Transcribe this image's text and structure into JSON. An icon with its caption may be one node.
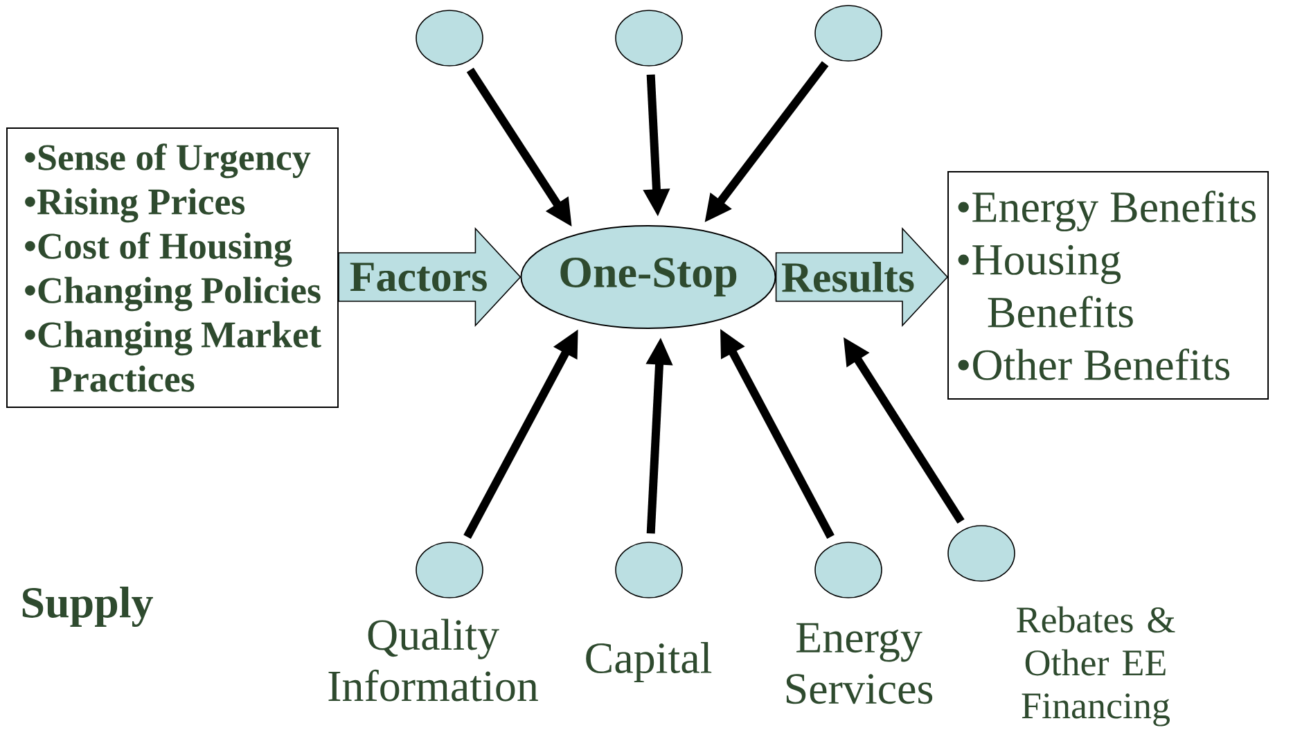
{
  "diagram": {
    "nodes": [
      {
        "text": [
          "•Sense of Urgency",
          "•Rising Prices",
          "•Cost of Housing",
          "•Changing Policies",
          "•Changing Market Practices"
        ]
      },
      {
        "text": [
          "One-Stop"
        ]
      },
      {
        "text": [
          "•Energy Benefits",
          "•Housing Benefits",
          "•Other Benefits"
        ]
      },
      {
        "text": [],
        "shape": "circle"
      },
      {
        "text": [],
        "shape": "circle"
      },
      {
        "text": [],
        "shape": "circle"
      },
      {
        "text": [],
        "shape": "circle",
        "beside": [
          "Quality Information"
        ]
      },
      {
        "text": [],
        "shape": "circle",
        "beside": [
          "Capital"
        ]
      },
      {
        "text": [],
        "shape": "circle",
        "beside": [
          "Energy Services"
        ]
      },
      {
        "text": [],
        "shape": "circle",
        "beside": [
          "Rebates & Other EE Financing"
        ]
      }
    ],
    "edges": [
      {
        "from": 0,
        "to": 1,
        "arrow": "to",
        "label": "Factors"
      },
      {
        "from": 1,
        "to": 2,
        "arrow": "to",
        "label": "Results"
      },
      {
        "from": 3,
        "to": 1,
        "arrow": "to"
      },
      {
        "from": 4,
        "to": 1,
        "arrow": "to"
      },
      {
        "from": 5,
        "to": 1,
        "arrow": "to"
      },
      {
        "from": 6,
        "to": 1,
        "arrow": "to"
      },
      {
        "from": 7,
        "to": 1,
        "arrow": "to"
      },
      {
        "from": 8,
        "to": 1,
        "arrow": "to"
      },
      {
        "from": 9,
        "to": null,
        "arrow": "to"
      }
    ],
    "labels": [
      "Supply"
    ]
  }
}
